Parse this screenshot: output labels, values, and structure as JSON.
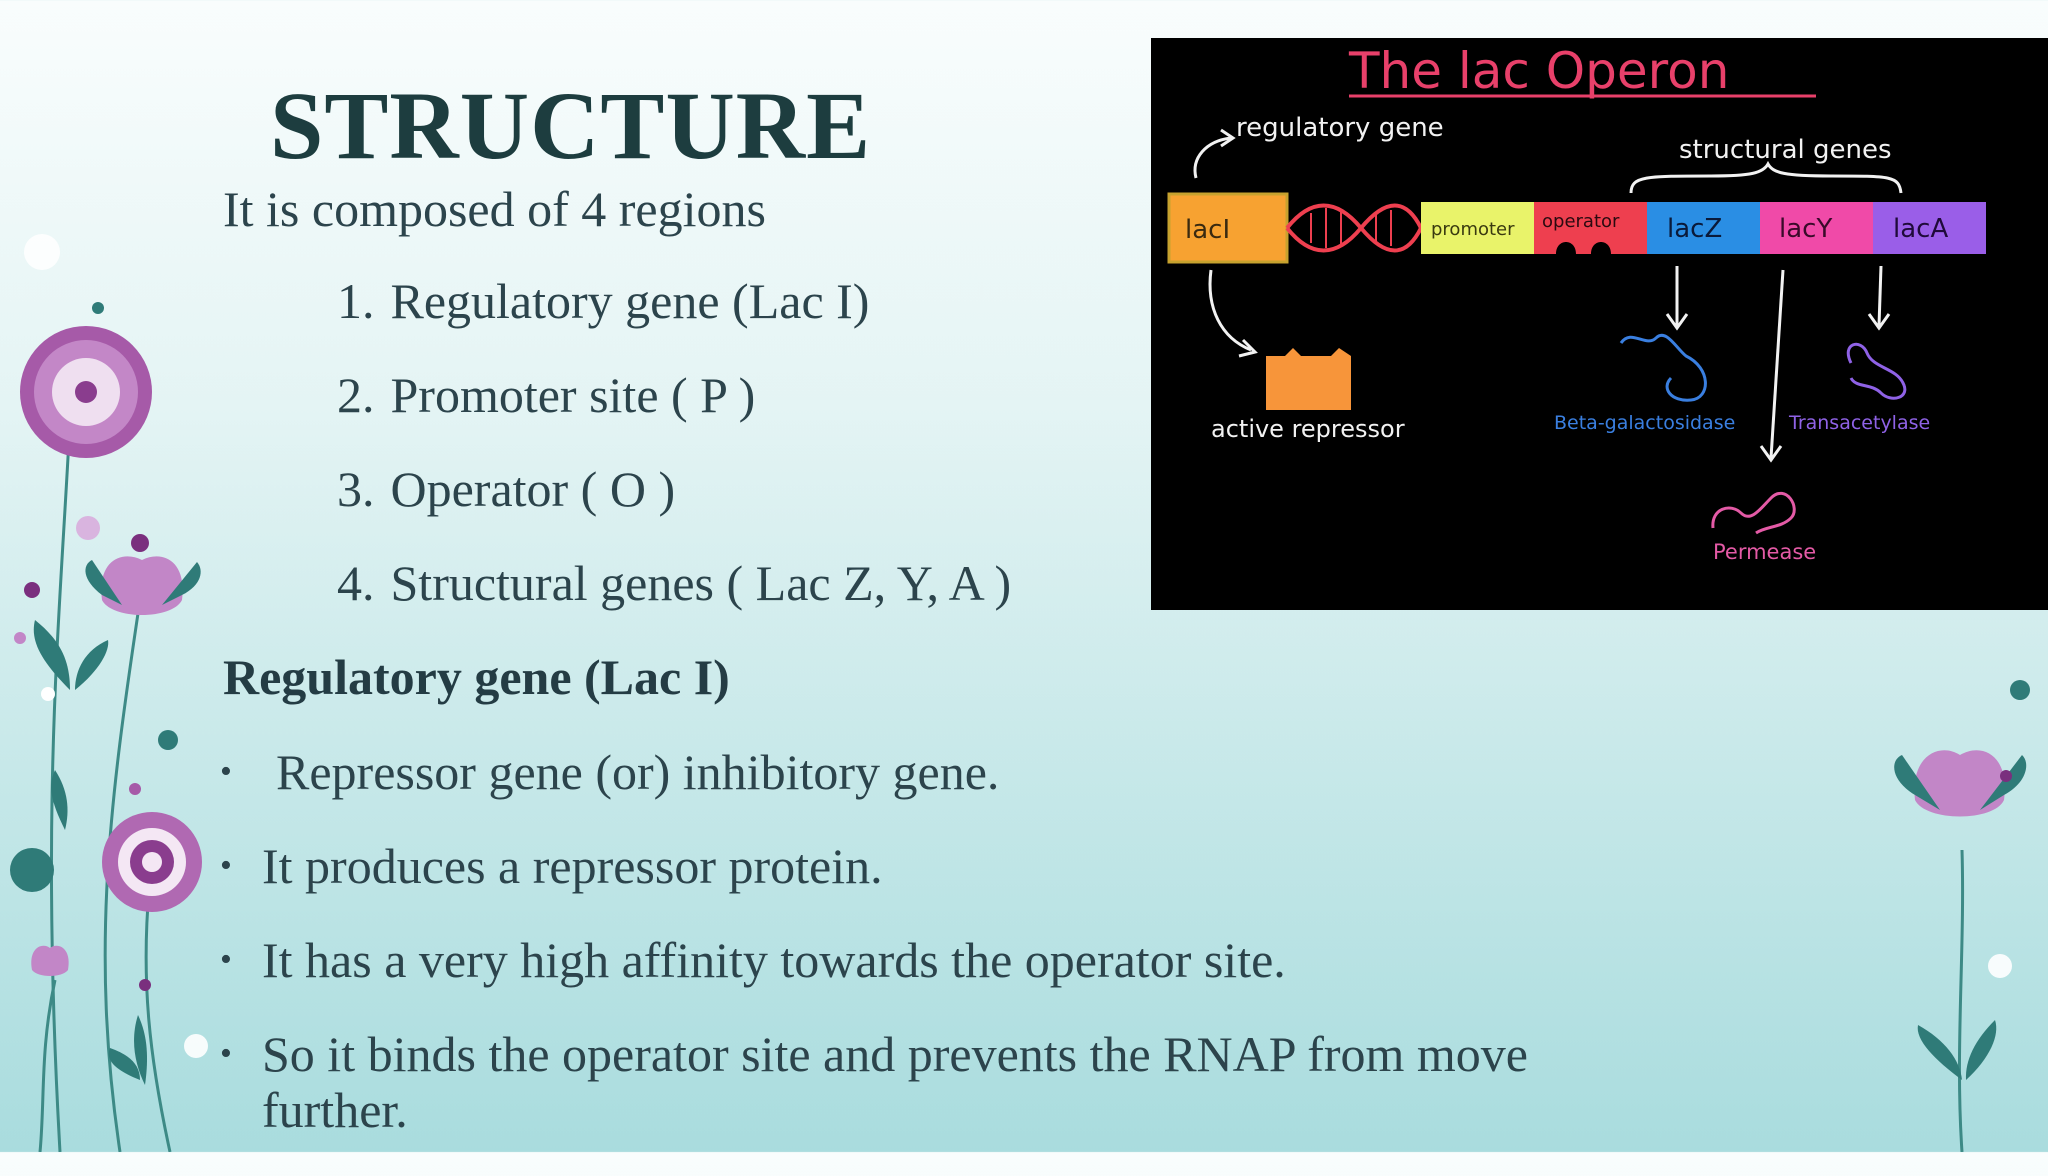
{
  "slide": {
    "title": "STRUCTURE",
    "subtitle": "It is composed of 4 regions",
    "regions": [
      {
        "num": "1.",
        "text": "Regulatory gene (Lac I)"
      },
      {
        "num": "2.",
        "text": "Promoter site ( P )"
      },
      {
        "num": "3.",
        "text": "Operator ( O )"
      },
      {
        "num": "4.",
        "text": "Structural genes ( Lac Z, Y, A )"
      }
    ],
    "section_heading": "Regulatory gene (Lac I)",
    "bullet_symbol": "•",
    "bullets": [
      "Repressor gene (or) inhibitory gene.",
      "It produces a repressor protein.",
      "It has a very high affinity towards the operator site.",
      "So it binds the operator site and prevents the RNAP from move further."
    ]
  },
  "diagram": {
    "title": "The lac Operon",
    "regulatory_gene_label": "regulatory gene",
    "structural_genes_label": "structural genes",
    "genes": {
      "laci": "lacI",
      "promoter": "promoter",
      "operator": "operator",
      "lacz": "lacZ",
      "lacy": "lacY",
      "laca": "lacA"
    },
    "products": {
      "repressor": "active repressor",
      "beta_gal": "Beta-galactosidase",
      "transacetylase": "Transacetylase",
      "permease": "Permease"
    },
    "colors": {
      "background": "#000000",
      "title": "#e8406a",
      "laci": "#f7a231",
      "promoter": "#e9f36a",
      "operator": "#ee3f4f",
      "lacz": "#2a8ee4",
      "lacy": "#f04aa8",
      "laca": "#9a5ee8",
      "repressor": "#f7953a",
      "beta_gal": "#3a7fe0",
      "transacetylase": "#8f62e6",
      "permease": "#e45aa6"
    }
  }
}
